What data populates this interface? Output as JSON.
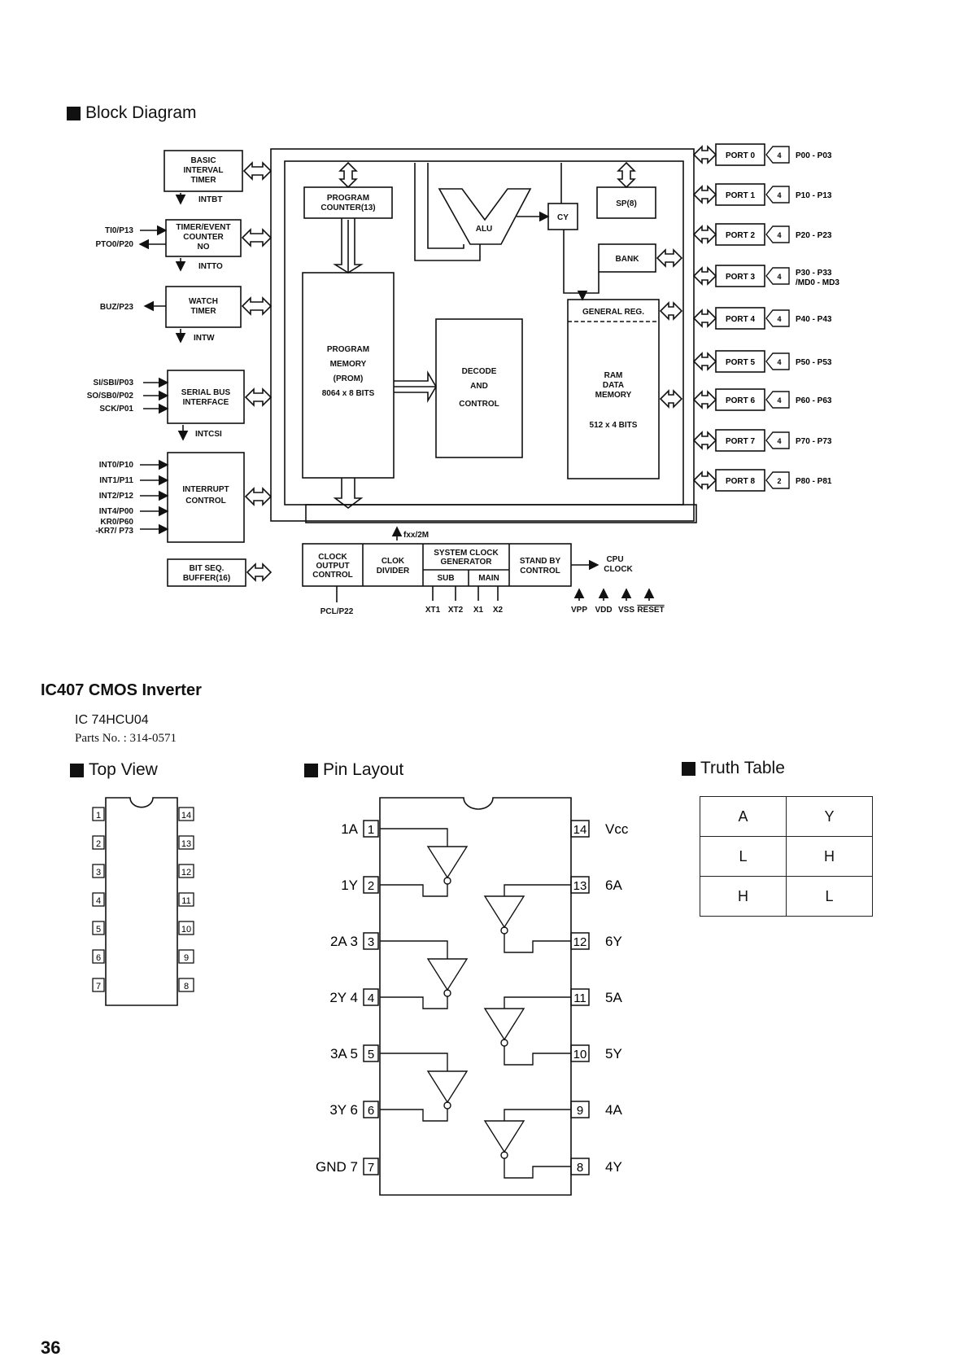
{
  "block_diagram": {
    "heading": "Block Diagram",
    "blocks": {
      "basic_interval_timer": [
        "BASIC",
        "INTERVAL",
        "TIMER"
      ],
      "timer_event_counter": [
        "TIMER/EVENT",
        "COUNTER",
        "NO"
      ],
      "watch_timer": [
        "WATCH",
        "TIMER"
      ],
      "serial_bus_interface": [
        "SERIAL BUS",
        "INTERFACE"
      ],
      "interrupt_control": [
        "INTERRUPT",
        "CONTROL"
      ],
      "bit_seq_buffer": [
        "BIT SEQ.",
        "BUFFER(16)"
      ],
      "program_counter": [
        "PROGRAM",
        "COUNTER(13)"
      ],
      "alu": "ALU",
      "cy": "CY",
      "sp": "SP(8)",
      "bank": "BANK",
      "general_reg": "GENERAL REG.",
      "program_memory": [
        "PROGRAM",
        "MEMORY",
        "(PROM)",
        "8064 x 8 BITS"
      ],
      "decode_control": [
        "DECODE",
        "AND",
        "CONTROL"
      ],
      "ram": [
        "RAM",
        "DATA",
        "MEMORY",
        "512 x 4 BITS"
      ],
      "clock_output_control": [
        "CLOCK",
        "OUTPUT",
        "CONTROL"
      ],
      "clock_divider": [
        "CLOK",
        "DIVIDER"
      ],
      "system_clock_generator": [
        "SYSTEM CLOCK",
        "GENERATOR"
      ],
      "sub": "SUB",
      "main": "MAIN",
      "standby_control": [
        "STAND BY",
        "CONTROL"
      ]
    },
    "signals": {
      "intbt": "INTBT",
      "intt0": "INTTO",
      "intw": "INTW",
      "intcsi": "INTCSI",
      "fxx": "fxx/2M",
      "cpu_clock": [
        "CPU",
        "CLOCK"
      ]
    },
    "left_pins": {
      "ti0": "TI0/P13",
      "pto0": "PTO0/P20",
      "buz": "BUZ/P23",
      "si": "SI/SBI/P03",
      "so": "SO/SB0/P02",
      "sck": "SCK/P01",
      "int0": "INT0/P10",
      "int1": "INT1/P11",
      "int2": "INT2/P12",
      "int4": "INT4/P00",
      "kr0": "KR0/P60",
      "kr7": "-KR7/ P73"
    },
    "ports": [
      {
        "label": "PORT 0",
        "width": "4",
        "pins": "P00 - P03"
      },
      {
        "label": "PORT 1",
        "width": "4",
        "pins": "P10 - P13"
      },
      {
        "label": "PORT 2",
        "width": "4",
        "pins": "P20 - P23"
      },
      {
        "label": "PORT 3",
        "width": "4",
        "pins": "P30 - P33",
        "pins2": "/MD0 - MD3"
      },
      {
        "label": "PORT 4",
        "width": "4",
        "pins": "P40 - P43"
      },
      {
        "label": "PORT 5",
        "width": "4",
        "pins": "P50 - P53"
      },
      {
        "label": "PORT 6",
        "width": "4",
        "pins": "P60 - P63"
      },
      {
        "label": "PORT 7",
        "width": "4",
        "pins": "P70 - P73"
      },
      {
        "label": "PORT 8",
        "width": "2",
        "pins": "P80 - P81"
      }
    ],
    "bottom_pins": {
      "pcl": "PCL/P22",
      "xt1": "XT1",
      "xt2": "XT2",
      "x1": "X1",
      "x2": "X2",
      "vpp": "VPP",
      "vdd": "VDD",
      "vss": "VSS",
      "reset": "RESET"
    }
  },
  "ic": {
    "title": "IC407   CMOS Inverter",
    "part": "IC 74HCU04",
    "parts_no": "Parts No. : 314-0571"
  },
  "top_view": {
    "heading": "Top View",
    "left_pins": [
      "1",
      "2",
      "3",
      "4",
      "5",
      "6",
      "7"
    ],
    "right_pins": [
      "14",
      "13",
      "12",
      "11",
      "10",
      "9",
      "8"
    ]
  },
  "pin_layout": {
    "heading": "Pin Layout",
    "left": [
      {
        "name": "1A",
        "num": "1"
      },
      {
        "name": "1Y",
        "num": "2"
      },
      {
        "name": "2A  3",
        "num": "3"
      },
      {
        "name": "2Y  4",
        "num": "4"
      },
      {
        "name": "3A  5",
        "num": "5"
      },
      {
        "name": "3Y  6",
        "num": "6"
      },
      {
        "name": "GND  7",
        "num": "7"
      }
    ],
    "right": [
      {
        "name": "Vcc",
        "num": "14"
      },
      {
        "name": "6A",
        "num": "13"
      },
      {
        "name": "6Y",
        "num": "12"
      },
      {
        "name": "5A",
        "num": "11"
      },
      {
        "name": "5Y",
        "num": "10"
      },
      {
        "name": "4A",
        "num": "9"
      },
      {
        "name": "4Y",
        "num": "8"
      }
    ]
  },
  "truth_table": {
    "heading": "Truth Table",
    "header": [
      "A",
      "Y"
    ],
    "rows": [
      [
        "L",
        "H"
      ],
      [
        "H",
        "L"
      ]
    ]
  },
  "page_number": "36"
}
